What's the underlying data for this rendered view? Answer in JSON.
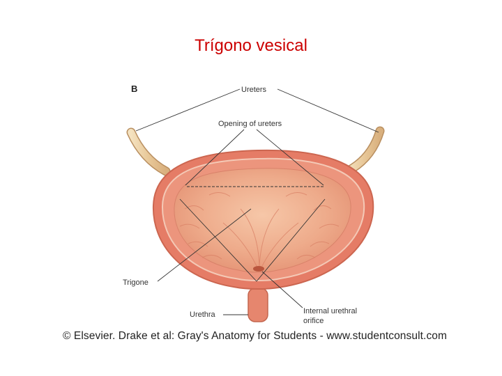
{
  "slide": {
    "title": "Trígono vesical"
  },
  "figure": {
    "panel_letter": "B",
    "labels": {
      "ureters": "Ureters",
      "opening_of_ureters": "Opening of ureters",
      "trigone": "Trigone",
      "urethra": "Urethra",
      "internal_urethral_orifice_line1": "Internal urethral",
      "internal_urethral_orifice_line2": "orifice"
    },
    "colors": {
      "bladder_wall": "#e8846e",
      "bladder_inner": "#eeaa8a",
      "ureter": "#ecd2a6",
      "title": "#cc0000"
    }
  },
  "credit": "© Elsevier. Drake et al: Gray's Anatomy for Students - www.studentconsult.com"
}
